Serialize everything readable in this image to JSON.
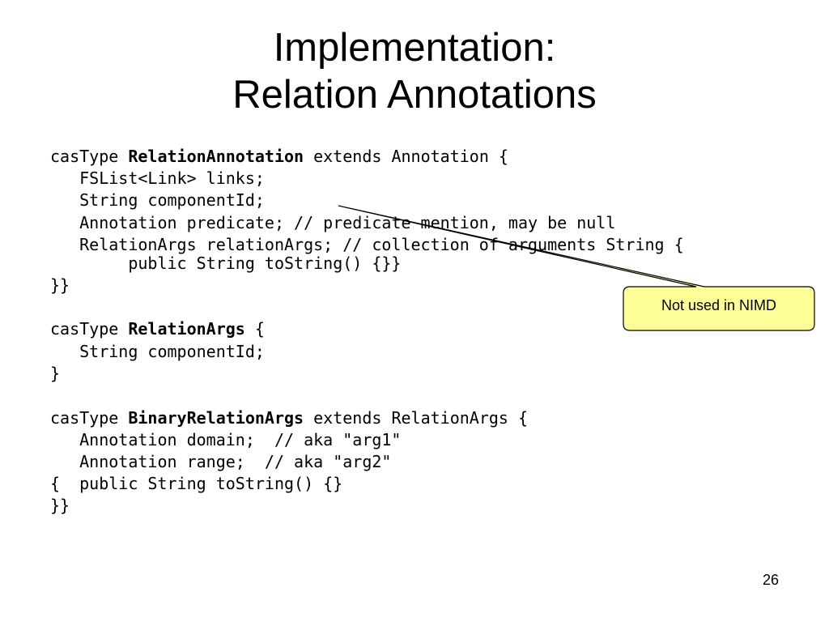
{
  "slide": {
    "title_line1": "Implementation:",
    "title_line2": "Relation Annotations",
    "page_number": "26",
    "callout_text": "Not used in NIMD",
    "callout_fill": "#FFFF99",
    "callout_border": "#000000"
  },
  "code": {
    "l1_pre": "casType ",
    "l1_bold": "RelationAnnotation",
    "l1_post": " extends Annotation {",
    "l2": "   FSList<Link> links;",
    "l3": "   String componentId;",
    "l4": "   Annotation predicate; // predicate mention, may be null",
    "l5": "   RelationArgs relationArgs; // collection of arguments String {",
    "l6": "        public String toString() {}}",
    "l7": "}}",
    "l8_pre": "casType ",
    "l8_bold": "RelationArgs",
    "l8_post": " {",
    "l9": "   String componentId;",
    "l10": "}",
    "l11_pre": "casType ",
    "l11_bold": "BinaryRelationArgs",
    "l11_post": " extends RelationArgs {",
    "l12": "   Annotation domain;  // aka \"arg1\"",
    "l13": "   Annotation range;  // aka \"arg2\"",
    "l14": "{  public String toString() {}",
    "l15": "}}"
  }
}
